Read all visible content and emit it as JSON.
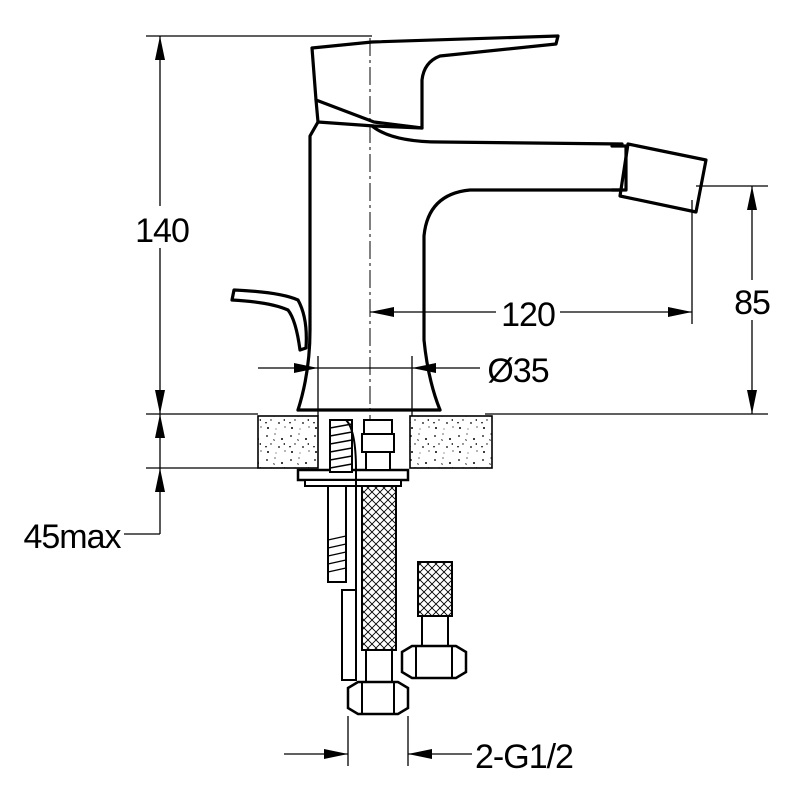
{
  "dimensions": {
    "height_total": "140",
    "spout_height": "85",
    "spout_reach": "120",
    "base_diameter": "Ø35",
    "max_thickness": "45max",
    "connection": "2-G1/2"
  },
  "colors": {
    "line": "#000000",
    "background": "#ffffff"
  }
}
